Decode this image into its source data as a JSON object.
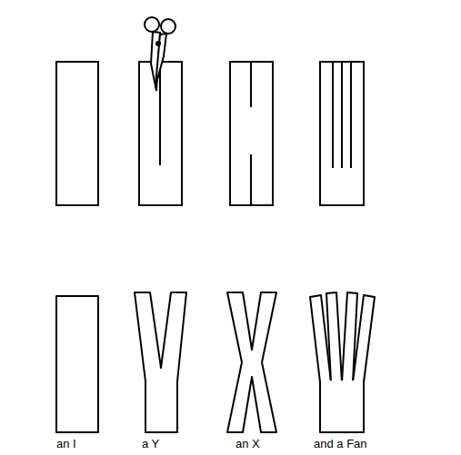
{
  "diagram": {
    "labels": [
      "an I",
      "a Y",
      "an X",
      "and a Fan"
    ]
  }
}
